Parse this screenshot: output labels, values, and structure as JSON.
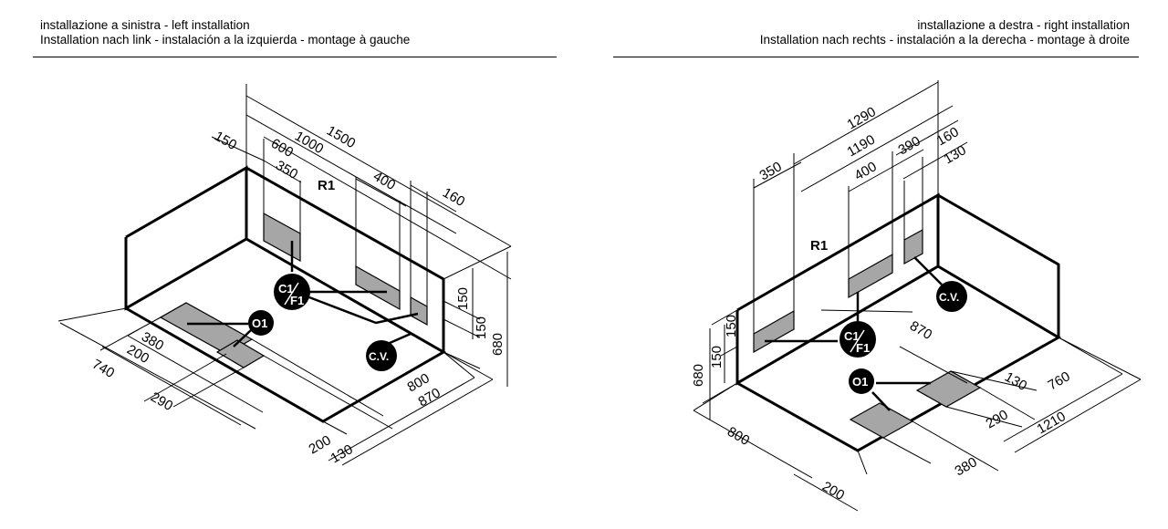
{
  "header_left": {
    "line1": "installazione a sinistra - left installation",
    "line2": "Installation nach link - instalación a la izquierda - montage à gauche"
  },
  "header_right": {
    "line1": "installazione a destra - right installation",
    "line2": "Installation nach rechts - instalación a la derecha - montage à droite"
  },
  "left_diagram": {
    "dims_top": [
      "150",
      "600",
      "350",
      "1000",
      "1500",
      "400",
      "160"
    ],
    "dims_right": [
      "150",
      "150",
      "680"
    ],
    "dims_bottom": [
      "800",
      "870",
      "200",
      "130"
    ],
    "dims_left": [
      "380",
      "200",
      "740",
      "290"
    ],
    "labels": {
      "r1": "R1",
      "c1": "C1",
      "f1": "F1",
      "o1": "O1",
      "cv": "C.V."
    }
  },
  "right_diagram": {
    "dims_top": [
      "350",
      "1290",
      "1190",
      "400",
      "390",
      "160",
      "130"
    ],
    "dims_left": [
      "680",
      "150",
      "150"
    ],
    "dims_mid": [
      "870"
    ],
    "dims_bottom": [
      "800",
      "200",
      "130",
      "760",
      "290",
      "1210",
      "380"
    ],
    "labels": {
      "r1": "R1",
      "c1": "C1",
      "f1": "F1",
      "o1": "O1",
      "cv": "C.V."
    }
  }
}
